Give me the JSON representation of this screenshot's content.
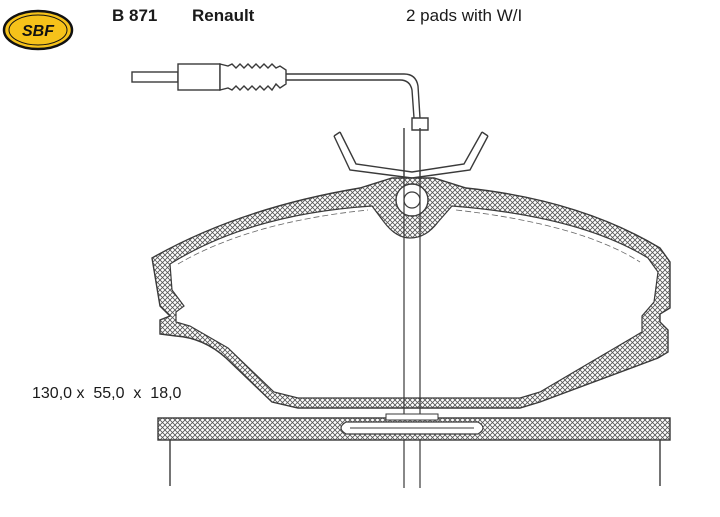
{
  "logo": {
    "text": "SBF"
  },
  "header": {
    "part_number": "B 871",
    "brand": "Renault",
    "description": "2 pads with W/I"
  },
  "dimensions": {
    "text": "130,0 x  55,0  x  18,0"
  },
  "colors": {
    "logo_fill": "#f6c21a",
    "line": "#3a3a3a"
  }
}
